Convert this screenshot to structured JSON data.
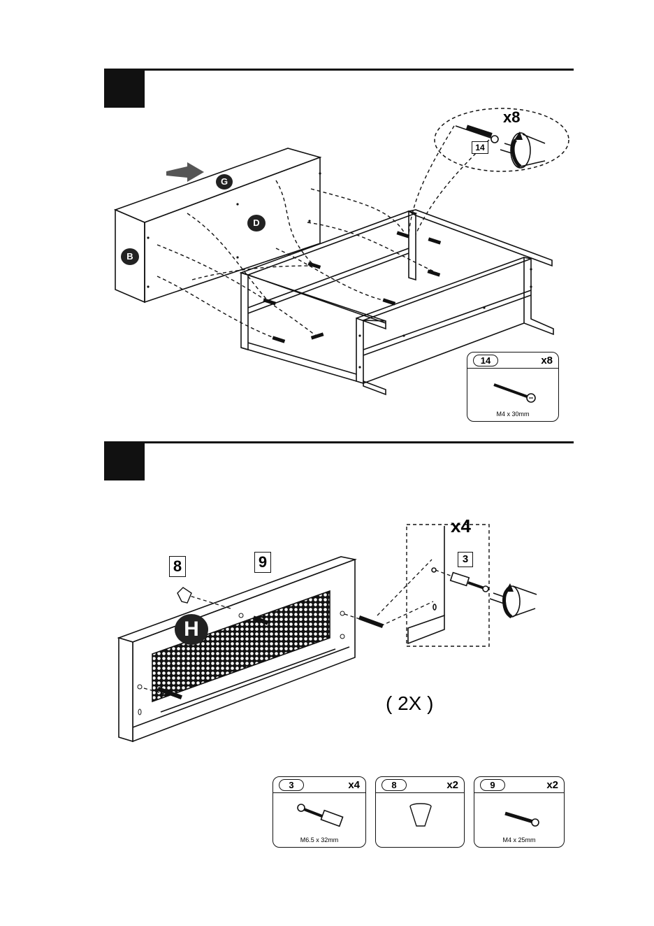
{
  "step1": {
    "zoom_qty": "x8",
    "zoom_part": "14",
    "parts": {
      "g": "G",
      "d": "D",
      "b": "B"
    },
    "hardware": [
      {
        "id": "14",
        "qty": "x8",
        "size": "M4 x 30mm"
      }
    ]
  },
  "step2": {
    "zoom_qty": "x4",
    "zoom_part": "3",
    "callout_8": "8",
    "callout_9": "9",
    "panel_label": "H",
    "repeat": "( 2X )",
    "hardware": [
      {
        "id": "3",
        "qty": "x4",
        "size": "M6.5 x 32mm"
      },
      {
        "id": "8",
        "qty": "x2",
        "size": ""
      },
      {
        "id": "9",
        "qty": "x2",
        "size": "M4 x 25mm"
      }
    ]
  }
}
